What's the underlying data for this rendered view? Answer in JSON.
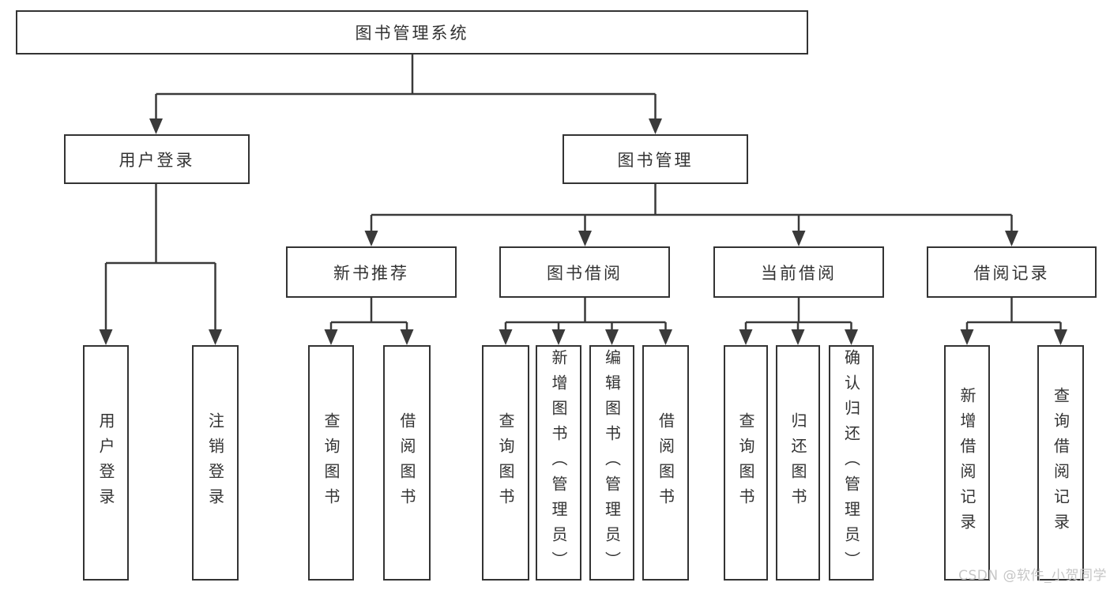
{
  "tree": {
    "root": "图书管理系统",
    "branches": [
      {
        "label": "用户登录",
        "children": [
          "用户登录",
          "注销登录"
        ]
      },
      {
        "label": "图书管理",
        "groups": [
          {
            "label": "新书推荐",
            "children": [
              "查询图书",
              "借阅图书"
            ]
          },
          {
            "label": "图书借阅",
            "children": [
              "查询图书",
              "新增图书（管理员）",
              "编辑图书（管理员）",
              "借阅图书"
            ]
          },
          {
            "label": "当前借阅",
            "children": [
              "查询图书",
              "归还图书",
              "确认归还（管理员）"
            ]
          },
          {
            "label": "借阅记录",
            "children": [
              "新增借阅记录",
              "查询借阅记录"
            ]
          }
        ]
      }
    ]
  },
  "watermark": {
    "text": "CSDN @软件_小贺同学"
  },
  "colors": {
    "line": "#3a3a3a",
    "box_border": "#333333",
    "box_fill": "#ffffff",
    "text": "#333333",
    "watermark": "#c6c6c6",
    "background": "#ffffff"
  }
}
